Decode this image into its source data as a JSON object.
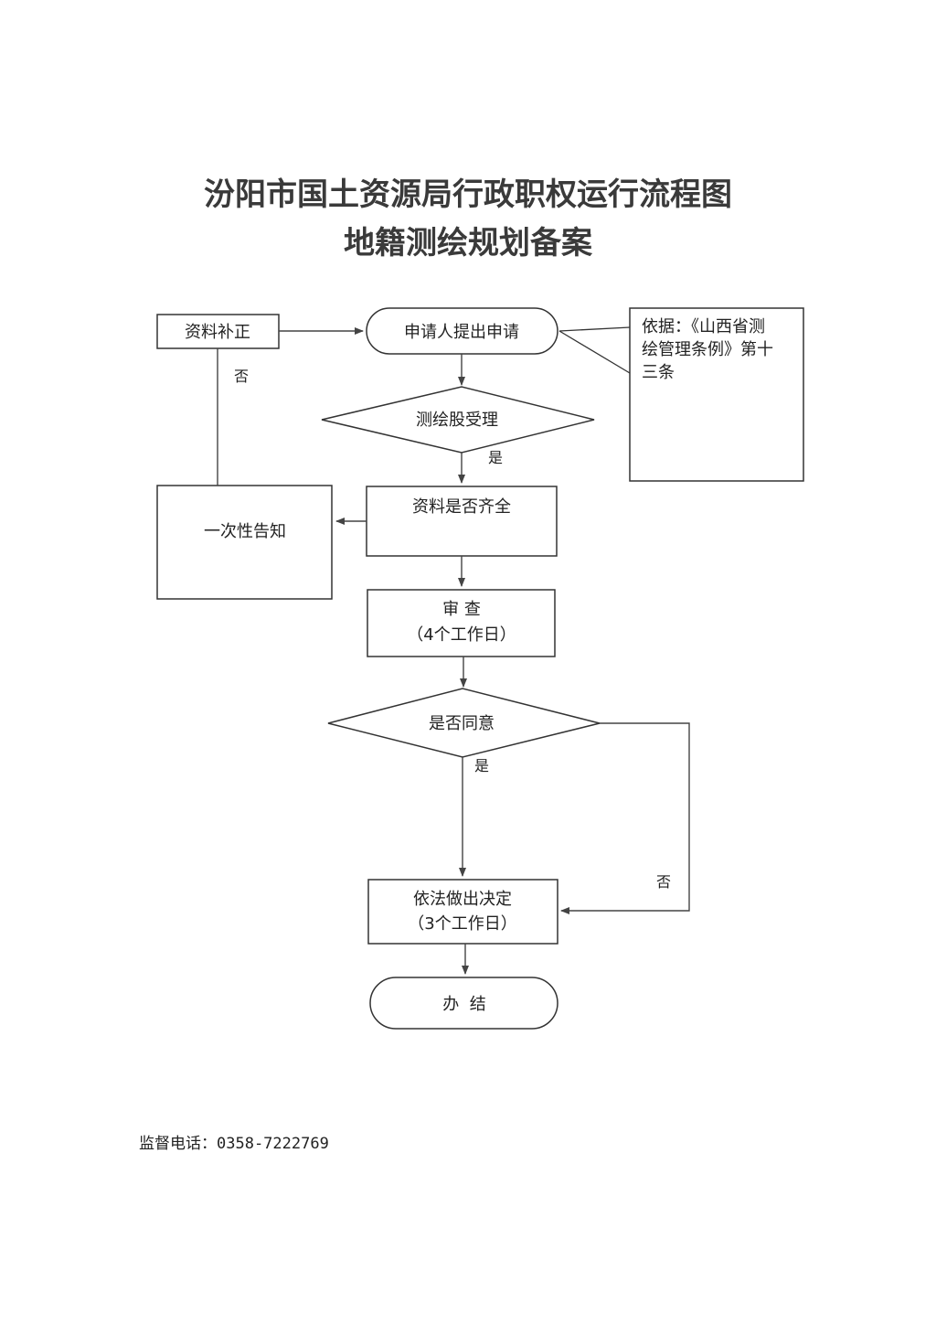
{
  "title": {
    "line1": "汾阳市国土资源局行政职权运行流程图",
    "line2": "地籍测绘规划备案"
  },
  "nodes": {
    "apply": "申请人提出申请",
    "supplement": "资料补正",
    "basis_line1": "依据：《山西省测",
    "basis_line2": "绘管理条例》第十",
    "basis_line3": "三条",
    "accept": "测绘股受理",
    "complete": "资料是否齐全",
    "notify": "一次性告知",
    "review_line1": "审 查",
    "review_line2": "（4个工作日）",
    "agree": "是否同意",
    "decide_line1": "依法做出决定",
    "decide_line2": "（3个工作日）",
    "finish": "办  结"
  },
  "edge_labels": {
    "no_left": "否",
    "yes_accept": "是",
    "yes_agree": "是",
    "no_right": "否"
  },
  "footer": {
    "supervision": "监督电话：0358-7222769"
  }
}
